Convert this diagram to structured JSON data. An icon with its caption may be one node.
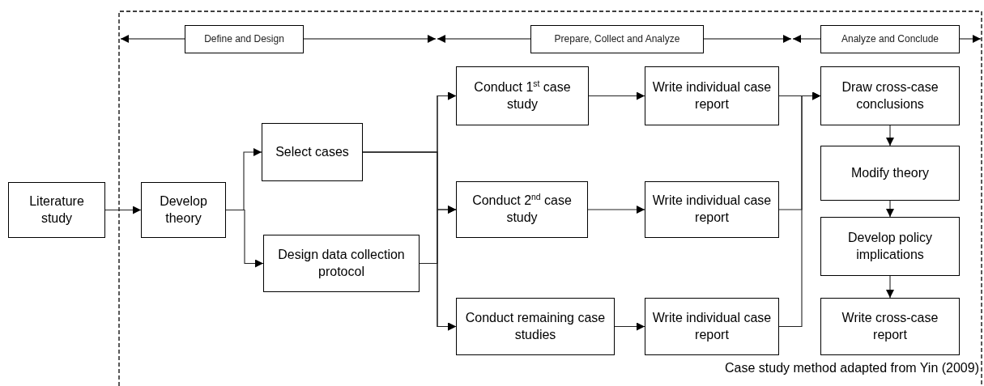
{
  "diagram": {
    "caption": "Case study method adapted from Yin (2009)",
    "nodes": [
      {
        "text": [
          "Define and Design"
        ]
      },
      {
        "text": [
          "Prepare, Collect and Analyze"
        ]
      },
      {
        "text": [
          "Analyze and Conclude"
        ]
      },
      {
        "text": [
          "Literature study"
        ]
      },
      {
        "text": [
          "Develop theory"
        ]
      },
      {
        "text": [
          "Select cases"
        ]
      },
      {
        "text": [
          "Design data collection protocol"
        ]
      },
      {
        "text": [
          "Conduct 1$^{st}$ case study"
        ]
      },
      {
        "text": [
          "Write individual case report"
        ]
      },
      {
        "text": [
          "Conduct 2$^{nd}$ case study"
        ]
      },
      {
        "text": [
          "Write individual case report"
        ]
      },
      {
        "text": [
          "Conduct remaining case studies"
        ]
      },
      {
        "text": [
          "Write individual case report"
        ]
      },
      {
        "text": [
          "Draw cross-case conclusions"
        ]
      },
      {
        "text": [
          "Modify theory"
        ]
      },
      {
        "text": [
          "Develop policy implications"
        ]
      },
      {
        "text": [
          "Write cross-case report"
        ]
      }
    ],
    "edges": [
      {
        "from": 3,
        "to": 4,
        "arrow": "to"
      },
      {
        "from": 4,
        "to": 5,
        "arrow": "to"
      },
      {
        "from": 4,
        "to": 6,
        "arrow": "to"
      },
      {
        "from": 5,
        "to": 7,
        "arrow": "to"
      },
      {
        "from": 5,
        "to": 9,
        "arrow": "to"
      },
      {
        "from": 5,
        "to": 11,
        "arrow": "to"
      },
      {
        "from": 6,
        "to": 7,
        "arrow": "to"
      },
      {
        "from": 6,
        "to": 9,
        "arrow": "to"
      },
      {
        "from": 6,
        "to": 11,
        "arrow": "to"
      },
      {
        "from": 7,
        "to": 8,
        "arrow": "to"
      },
      {
        "from": 9,
        "to": 10,
        "arrow": "to"
      },
      {
        "from": 11,
        "to": 12,
        "arrow": "to"
      },
      {
        "from": 8,
        "to": 13,
        "arrow": "to"
      },
      {
        "from": 10,
        "to": 13,
        "arrow": "to"
      },
      {
        "from": 12,
        "to": 13,
        "arrow": "to"
      },
      {
        "from": 13,
        "to": 14,
        "arrow": "to"
      },
      {
        "from": 14,
        "to": 15,
        "arrow": "to"
      },
      {
        "from": 15,
        "to": 16,
        "arrow": "to"
      }
    ]
  }
}
